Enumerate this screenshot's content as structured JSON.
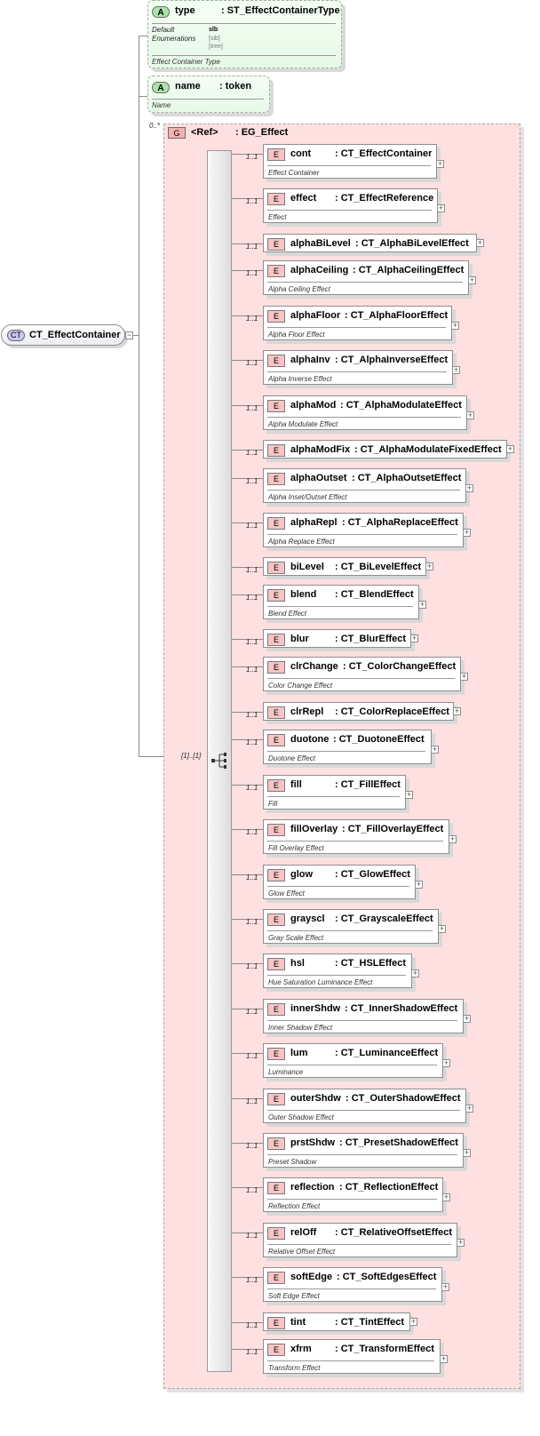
{
  "root": {
    "badge": "CT",
    "name": "CT_EffectContainer"
  },
  "attributes": [
    {
      "badge": "A",
      "name": "type",
      "type": ": ST_EffectContainerType",
      "default_label": "Default",
      "enumerations_label": "Enumerations",
      "values": [
        "slb",
        "[sib]",
        "[tree]"
      ],
      "doc": "Effect Container Type"
    },
    {
      "badge": "A",
      "name": "name",
      "type": ": token",
      "doc": "Name"
    }
  ],
  "attr_cardinality": "0..*",
  "group": {
    "badge": "G",
    "name": "<Ref>",
    "type": ": EG_Effect",
    "cardinality": "[1]..[1]"
  },
  "elements": [
    {
      "name": "cont",
      "type": ": CT_EffectContainer",
      "card": "1..1",
      "doc": "Effect Container"
    },
    {
      "name": "effect",
      "type": ": CT_EffectReference",
      "card": "1..1",
      "doc": "Effect"
    },
    {
      "name": "alphaBiLevel",
      "type": ": CT_AlphaBiLevelEffect",
      "card": "1..1",
      "doc": ""
    },
    {
      "name": "alphaCeiling",
      "type": ": CT_AlphaCeilingEffect",
      "card": "1..1",
      "doc": "Alpha Ceiling Effect"
    },
    {
      "name": "alphaFloor",
      "type": ": CT_AlphaFloorEffect",
      "card": "1..1",
      "doc": "Alpha Floor Effect"
    },
    {
      "name": "alphaInv",
      "type": ": CT_AlphaInverseEffect",
      "card": "1..1",
      "doc": "Alpha Inverse Effect"
    },
    {
      "name": "alphaMod",
      "type": ": CT_AlphaModulateEffect",
      "card": "1..1",
      "doc": "Alpha Modulate Effect"
    },
    {
      "name": "alphaModFix",
      "type": ": CT_AlphaModulateFixedEffect",
      "card": "1..1",
      "doc": ""
    },
    {
      "name": "alphaOutset",
      "type": ": CT_AlphaOutsetEffect",
      "card": "1..1",
      "doc": "Alpha Inset/Outset Effect"
    },
    {
      "name": "alphaRepl",
      "type": ": CT_AlphaReplaceEffect",
      "card": "1..1",
      "doc": "Alpha Replace Effect"
    },
    {
      "name": "biLevel",
      "type": ": CT_BiLevelEffect",
      "card": "1..1",
      "doc": ""
    },
    {
      "name": "blend",
      "type": ": CT_BlendEffect",
      "card": "1..1",
      "doc": "Blend Effect"
    },
    {
      "name": "blur",
      "type": ": CT_BlurEffect",
      "card": "1..1",
      "doc": ""
    },
    {
      "name": "clrChange",
      "type": ": CT_ColorChangeEffect",
      "card": "1..1",
      "doc": "Color Change Effect"
    },
    {
      "name": "clrRepl",
      "type": ": CT_ColorReplaceEffect",
      "card": "1..1",
      "doc": ""
    },
    {
      "name": "duotone",
      "type": ": CT_DuotoneEffect",
      "card": "1..1",
      "doc": "Duotone Effect"
    },
    {
      "name": "fill",
      "type": ": CT_FillEffect",
      "card": "1..1",
      "doc": "Fill"
    },
    {
      "name": "fillOverlay",
      "type": ": CT_FillOverlayEffect",
      "card": "1..1",
      "doc": "Fill Overlay Effect"
    },
    {
      "name": "glow",
      "type": ": CT_GlowEffect",
      "card": "1..1",
      "doc": "Glow Effect"
    },
    {
      "name": "grayscl",
      "type": ": CT_GrayscaleEffect",
      "card": "1..1",
      "doc": "Gray Scale Effect"
    },
    {
      "name": "hsl",
      "type": ": CT_HSLEffect",
      "card": "1..1",
      "doc": "Hue Saturation Luminance Effect"
    },
    {
      "name": "innerShdw",
      "type": ": CT_InnerShadowEffect",
      "card": "1..1",
      "doc": "Inner Shadow Effect"
    },
    {
      "name": "lum",
      "type": ": CT_LuminanceEffect",
      "card": "1..1",
      "doc": "Luminance"
    },
    {
      "name": "outerShdw",
      "type": ": CT_OuterShadowEffect",
      "card": "1..1",
      "doc": "Outer Shadow Effect"
    },
    {
      "name": "prstShdw",
      "type": ": CT_PresetShadowEffect",
      "card": "1..1",
      "doc": "Preset Shadow"
    },
    {
      "name": "reflection",
      "type": ": CT_ReflectionEffect",
      "card": "1..1",
      "doc": "Reflection Effect"
    },
    {
      "name": "relOff",
      "type": ": CT_RelativeOffsetEffect",
      "card": "1..1",
      "doc": "Relative Offset Effect"
    },
    {
      "name": "softEdge",
      "type": ": CT_SoftEdgesEffect",
      "card": "1..1",
      "doc": "Soft Edge Effect"
    },
    {
      "name": "tint",
      "type": ": CT_TintEffect",
      "card": "1..1",
      "doc": ""
    },
    {
      "name": "xfrm",
      "type": ": CT_TransformEffect",
      "card": "1..1",
      "doc": "Transform Effect"
    }
  ],
  "element_badge": "E",
  "colors": {
    "group_fill": "#ffe0e0",
    "attribute_fill": "#e7f9e7",
    "element_badge": "#f6c4c4",
    "complex_type_badge": "#c7c7f2"
  }
}
